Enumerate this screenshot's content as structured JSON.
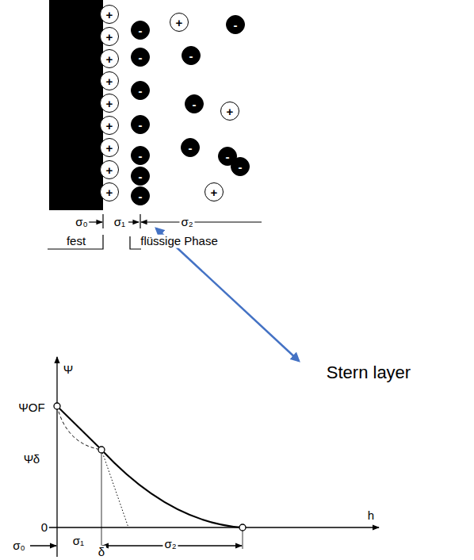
{
  "diagram": {
    "nodes": [
      {
        "text": [
          "+"
        ]
      },
      {
        "text": [
          "+"
        ]
      },
      {
        "text": [
          "+"
        ]
      },
      {
        "text": [
          "+"
        ]
      },
      {
        "text": [
          "+"
        ]
      },
      {
        "text": [
          "+"
        ]
      },
      {
        "text": [
          "+"
        ]
      },
      {
        "text": [
          "+"
        ]
      },
      {
        "text": [
          "+"
        ]
      },
      {
        "text": [
          "-"
        ]
      },
      {
        "text": [
          "-"
        ]
      },
      {
        "text": [
          "-"
        ]
      },
      {
        "text": [
          "-"
        ]
      },
      {
        "text": [
          "-"
        ]
      },
      {
        "text": [
          "-"
        ]
      },
      {
        "text": [
          "-"
        ]
      },
      {
        "text": [
          "+"
        ]
      },
      {
        "text": [
          "-"
        ]
      },
      {
        "text": [
          "-"
        ]
      },
      {
        "text": [
          "-"
        ]
      },
      {
        "text": [
          "+"
        ]
      },
      {
        "text": [
          "-"
        ]
      },
      {
        "text": [
          "-"
        ]
      },
      {
        "text": [
          "-"
        ]
      },
      {
        "text": [
          "+"
        ]
      }
    ],
    "labels": [
      "σ₀",
      "σ₁",
      "σ₂",
      "fest",
      "flüssige Phase",
      "Ψ",
      "ΨOF",
      "Ψδ",
      "0",
      "h",
      "σ₀",
      "σ₁",
      "σ₂",
      "δ",
      "Stern layer"
    ]
  }
}
